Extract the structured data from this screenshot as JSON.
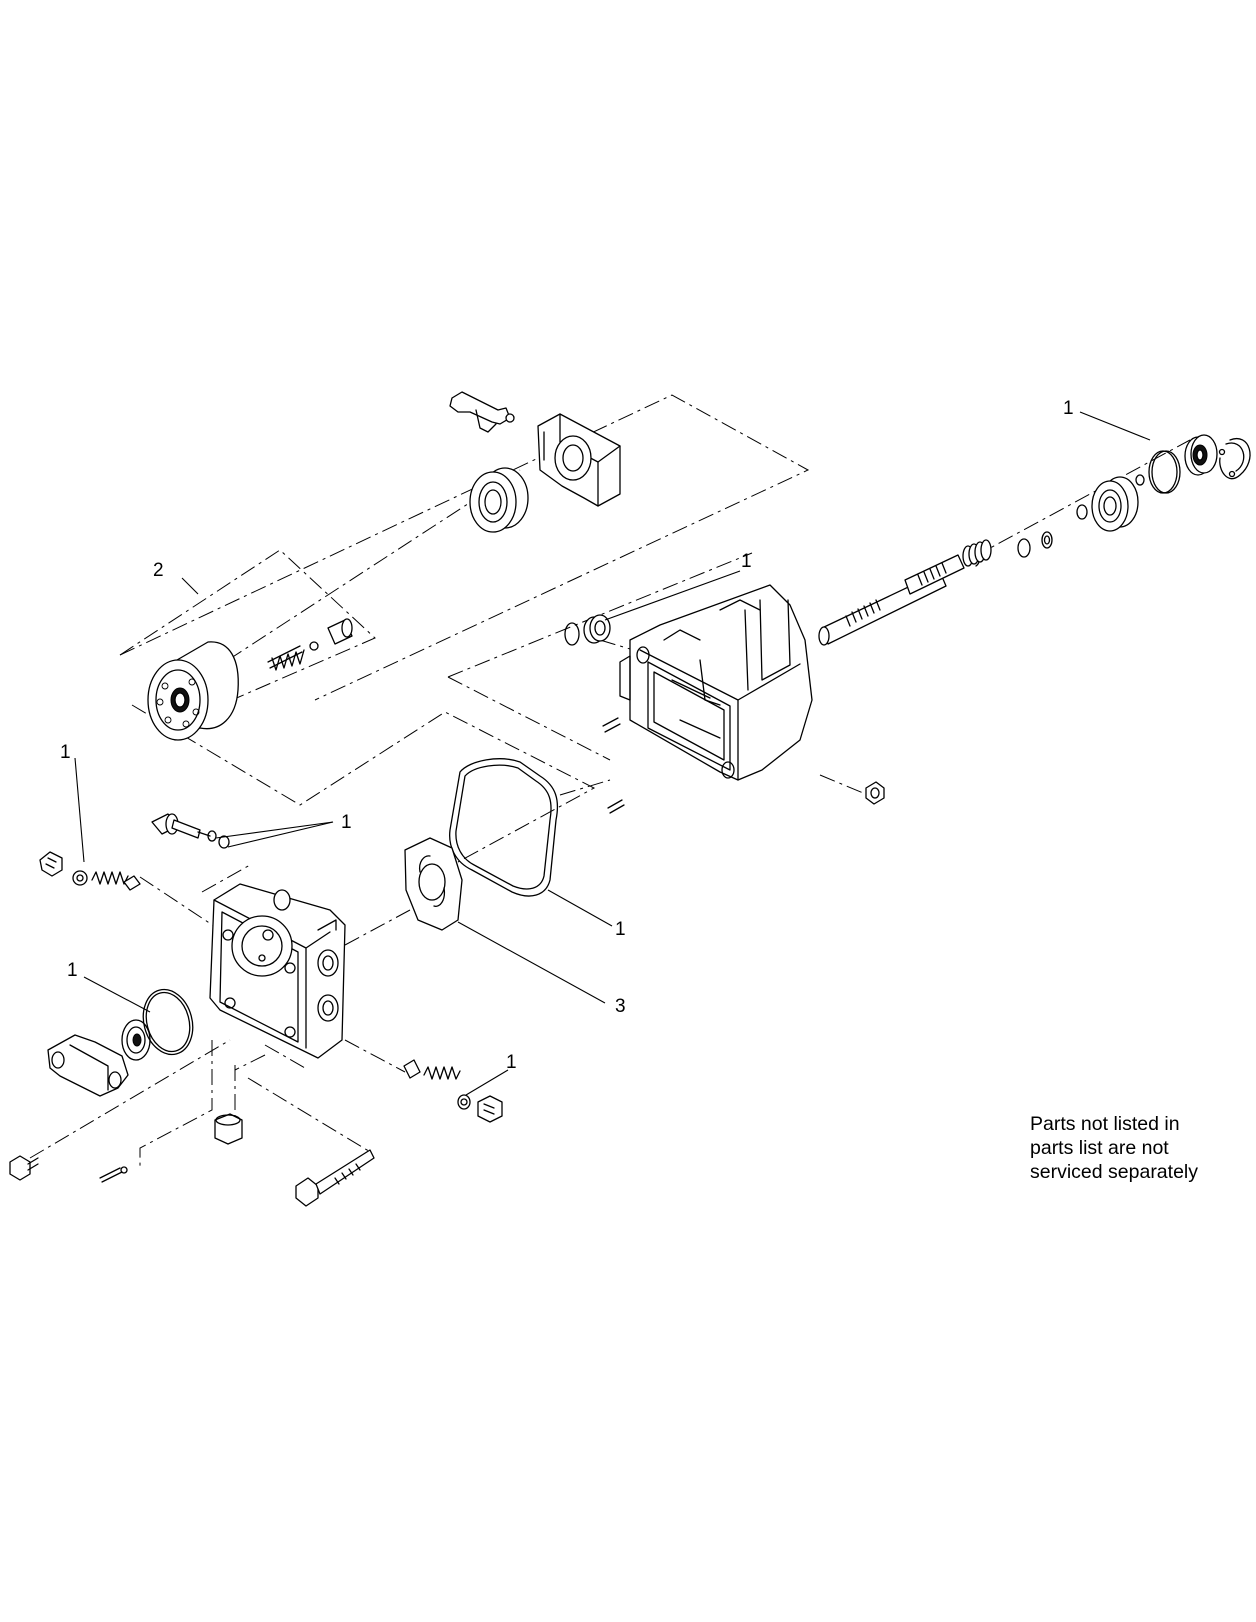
{
  "callouts": [
    {
      "id": "seal-kit-shaft",
      "label": "1"
    },
    {
      "id": "rotating-group",
      "label": "2"
    },
    {
      "id": "seal-kit-housing",
      "label": "1"
    },
    {
      "id": "seal-kit-left-plug",
      "label": "1"
    },
    {
      "id": "seal-kit-valve-orings",
      "label": "1"
    },
    {
      "id": "seal-kit-gasket",
      "label": "1"
    },
    {
      "id": "valve-plate",
      "label": "3"
    },
    {
      "id": "seal-kit-charge-pump",
      "label": "1"
    },
    {
      "id": "seal-kit-right-plug",
      "label": "1"
    }
  ],
  "note": {
    "lines": [
      "Parts not listed in",
      "parts list are not",
      "serviced separately"
    ]
  }
}
